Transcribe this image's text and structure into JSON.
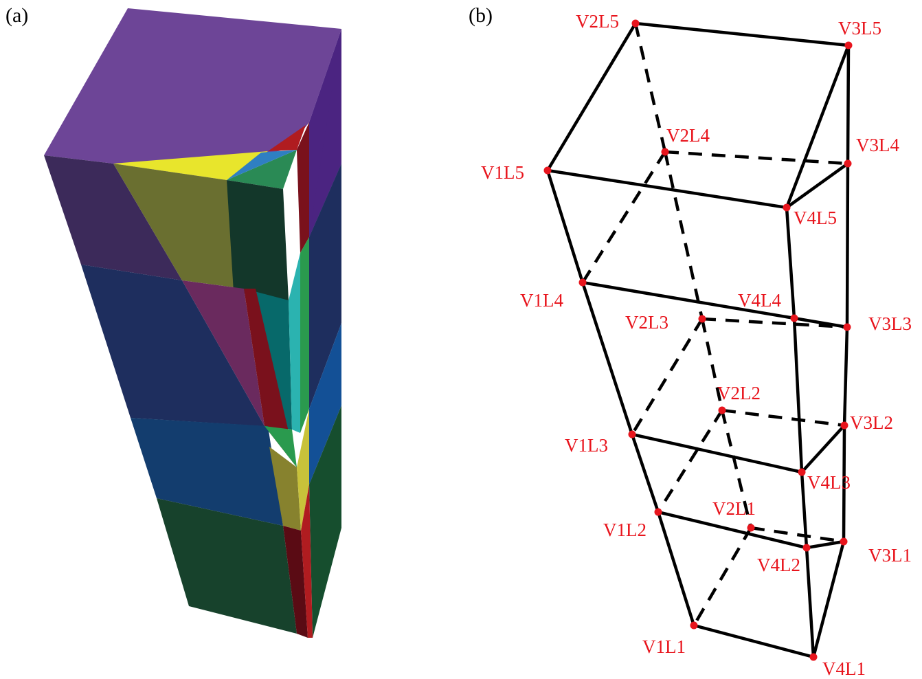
{
  "panels": {
    "a": "(a)",
    "b": "(b)"
  },
  "colors": {
    "vertex": "#e8151d",
    "edge": "#000000",
    "purple": "#6d4597",
    "navy": "#1e2e5e",
    "blue": "#133d6e",
    "darkgreen": "#17422c",
    "yellow": "#e8e52c",
    "olive": "#6a6f30",
    "teal": "#07696a",
    "red": "#7a111c",
    "green": "#2a9a4e"
  },
  "vertices": [
    {
      "id": "V1L1",
      "label": "V1L1"
    },
    {
      "id": "V1L2",
      "label": "V1L2"
    },
    {
      "id": "V1L3",
      "label": "V1L3"
    },
    {
      "id": "V1L4",
      "label": "V1L4"
    },
    {
      "id": "V1L5",
      "label": "V1L5"
    },
    {
      "id": "V2L1",
      "label": "V2L1"
    },
    {
      "id": "V2L2",
      "label": "V2L2"
    },
    {
      "id": "V2L3",
      "label": "V2L3"
    },
    {
      "id": "V2L4",
      "label": "V2L4"
    },
    {
      "id": "V2L5",
      "label": "V2L5"
    },
    {
      "id": "V3L1",
      "label": "V3L1"
    },
    {
      "id": "V3L2",
      "label": "V3L2"
    },
    {
      "id": "V3L3",
      "label": "V3L3"
    },
    {
      "id": "V3L4",
      "label": "V3L4"
    },
    {
      "id": "V3L5",
      "label": "V3L5"
    },
    {
      "id": "V4L1",
      "label": "V4L1"
    },
    {
      "id": "V4L2",
      "label": "V4L2"
    },
    {
      "id": "V4L3",
      "label": "V4L3"
    },
    {
      "id": "V4L4",
      "label": "V4L4"
    },
    {
      "id": "V4L5",
      "label": "V4L5"
    }
  ],
  "solid_edges": [
    [
      "V1L5",
      "V2L5"
    ],
    [
      "V2L5",
      "V3L5"
    ],
    [
      "V3L5",
      "V4L5"
    ],
    [
      "V4L5",
      "V1L5"
    ],
    [
      "V1L4",
      "V4L4"
    ],
    [
      "V1L3",
      "V4L3"
    ],
    [
      "V1L2",
      "V4L2"
    ],
    [
      "V1L1",
      "V4L1"
    ],
    [
      "V1L5",
      "V1L4"
    ],
    [
      "V1L4",
      "V1L3"
    ],
    [
      "V1L3",
      "V1L2"
    ],
    [
      "V1L2",
      "V1L1"
    ],
    [
      "V4L5",
      "V4L4"
    ],
    [
      "V4L4",
      "V4L3"
    ],
    [
      "V4L3",
      "V4L2"
    ],
    [
      "V4L2",
      "V4L1"
    ],
    [
      "V3L5",
      "V3L4"
    ],
    [
      "V3L4",
      "V3L3"
    ],
    [
      "V3L3",
      "V3L2"
    ],
    [
      "V3L2",
      "V3L1"
    ],
    [
      "V3L4",
      "V4L5"
    ],
    [
      "V3L3",
      "V4L4"
    ],
    [
      "V3L2",
      "V4L3"
    ],
    [
      "V3L1",
      "V4L2"
    ],
    [
      "V3L1",
      "V4L1"
    ]
  ],
  "dashed_edges": [
    [
      "V2L5",
      "V2L4"
    ],
    [
      "V2L4",
      "V2L3"
    ],
    [
      "V2L3",
      "V2L2"
    ],
    [
      "V2L2",
      "V2L1"
    ],
    [
      "V2L4",
      "V3L4"
    ],
    [
      "V2L3",
      "V3L3"
    ],
    [
      "V2L2",
      "V3L2"
    ],
    [
      "V2L1",
      "V3L1"
    ],
    [
      "V2L4",
      "V1L4"
    ],
    [
      "V2L3",
      "V1L3"
    ],
    [
      "V2L2",
      "V1L2"
    ],
    [
      "V2L1",
      "V1L1"
    ]
  ]
}
